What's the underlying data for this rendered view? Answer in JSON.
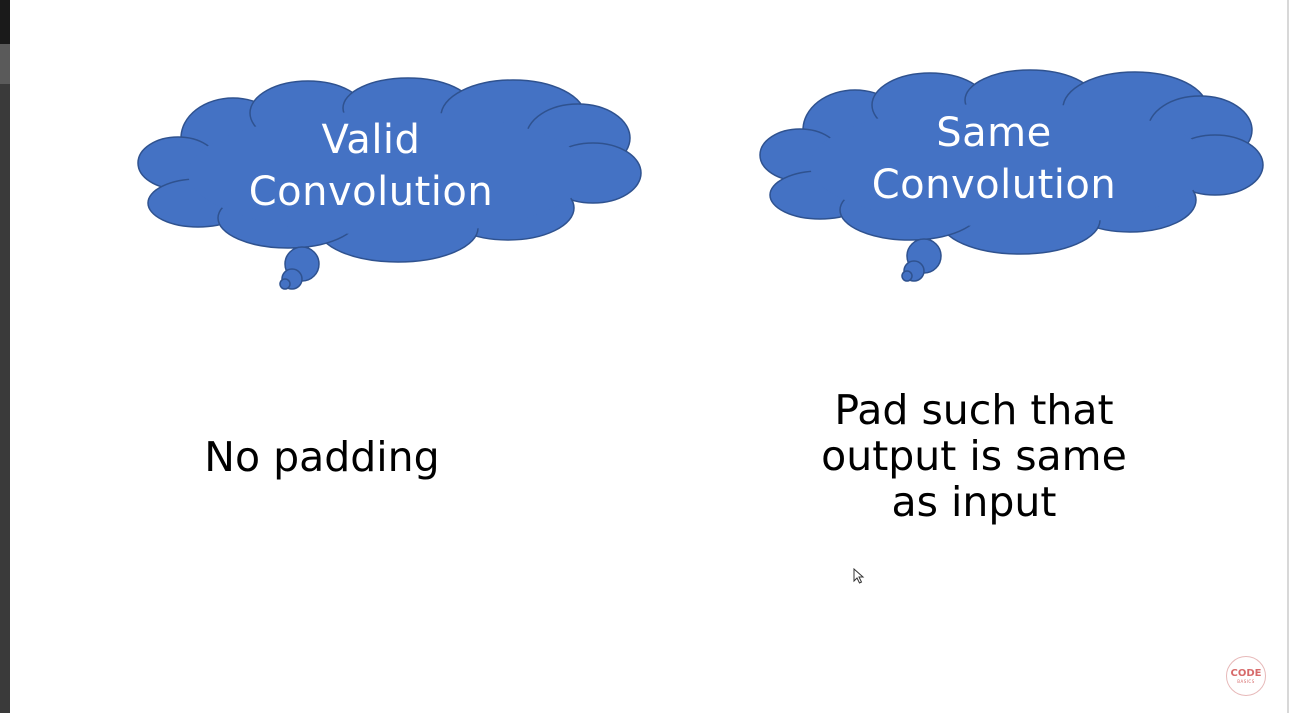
{
  "slide": {
    "left_cloud": {
      "text": "Valid\nConvolution",
      "description": "No padding"
    },
    "right_cloud": {
      "text": "Same\nConvolution",
      "description": "Pad such that\noutput is same\nas input"
    },
    "logo": {
      "line1": "CODE",
      "line2": "BASICS"
    }
  },
  "colors": {
    "cloud_fill": "#4472c4",
    "cloud_stroke": "#2f528f",
    "cloud_text": "#ffffff",
    "text": "#000000",
    "background": "#ffffff"
  },
  "icons": [
    "cloud-shape",
    "mouse-cursor-icon",
    "codebasics-logo"
  ]
}
